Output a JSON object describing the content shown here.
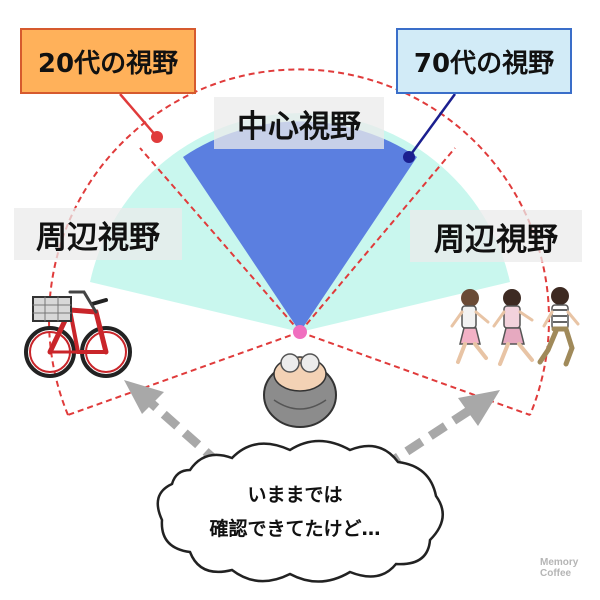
{
  "labels": {
    "twenties": "20代の視野",
    "seventies": "70代の視野",
    "central": "中心視野",
    "peripheral_left": "周辺視野",
    "peripheral_right": "周辺視野"
  },
  "speech_bubble": {
    "line1": "いままでは",
    "line2": "確認できてたけど…"
  },
  "brand": {
    "line1": "Memory",
    "line2": "Coffee"
  },
  "colors": {
    "twenties_fill": "#ffb15a",
    "twenties_border": "#d65a2e",
    "seventies_fill": "#d2ebf7",
    "seventies_border": "#3a6ec9",
    "central_field": "#5b7fe0",
    "peripheral_field": "#c9f7ee",
    "dashed_boundary": "#e03b3b",
    "eye_point": "#f06fbf",
    "arrow": "#a8a8a8"
  },
  "icons": {
    "bicycle": "bicycle-icon",
    "runners": "running-children-icon",
    "person": "elderly-person-head-icon",
    "bubble": "thought-bubble-icon"
  }
}
